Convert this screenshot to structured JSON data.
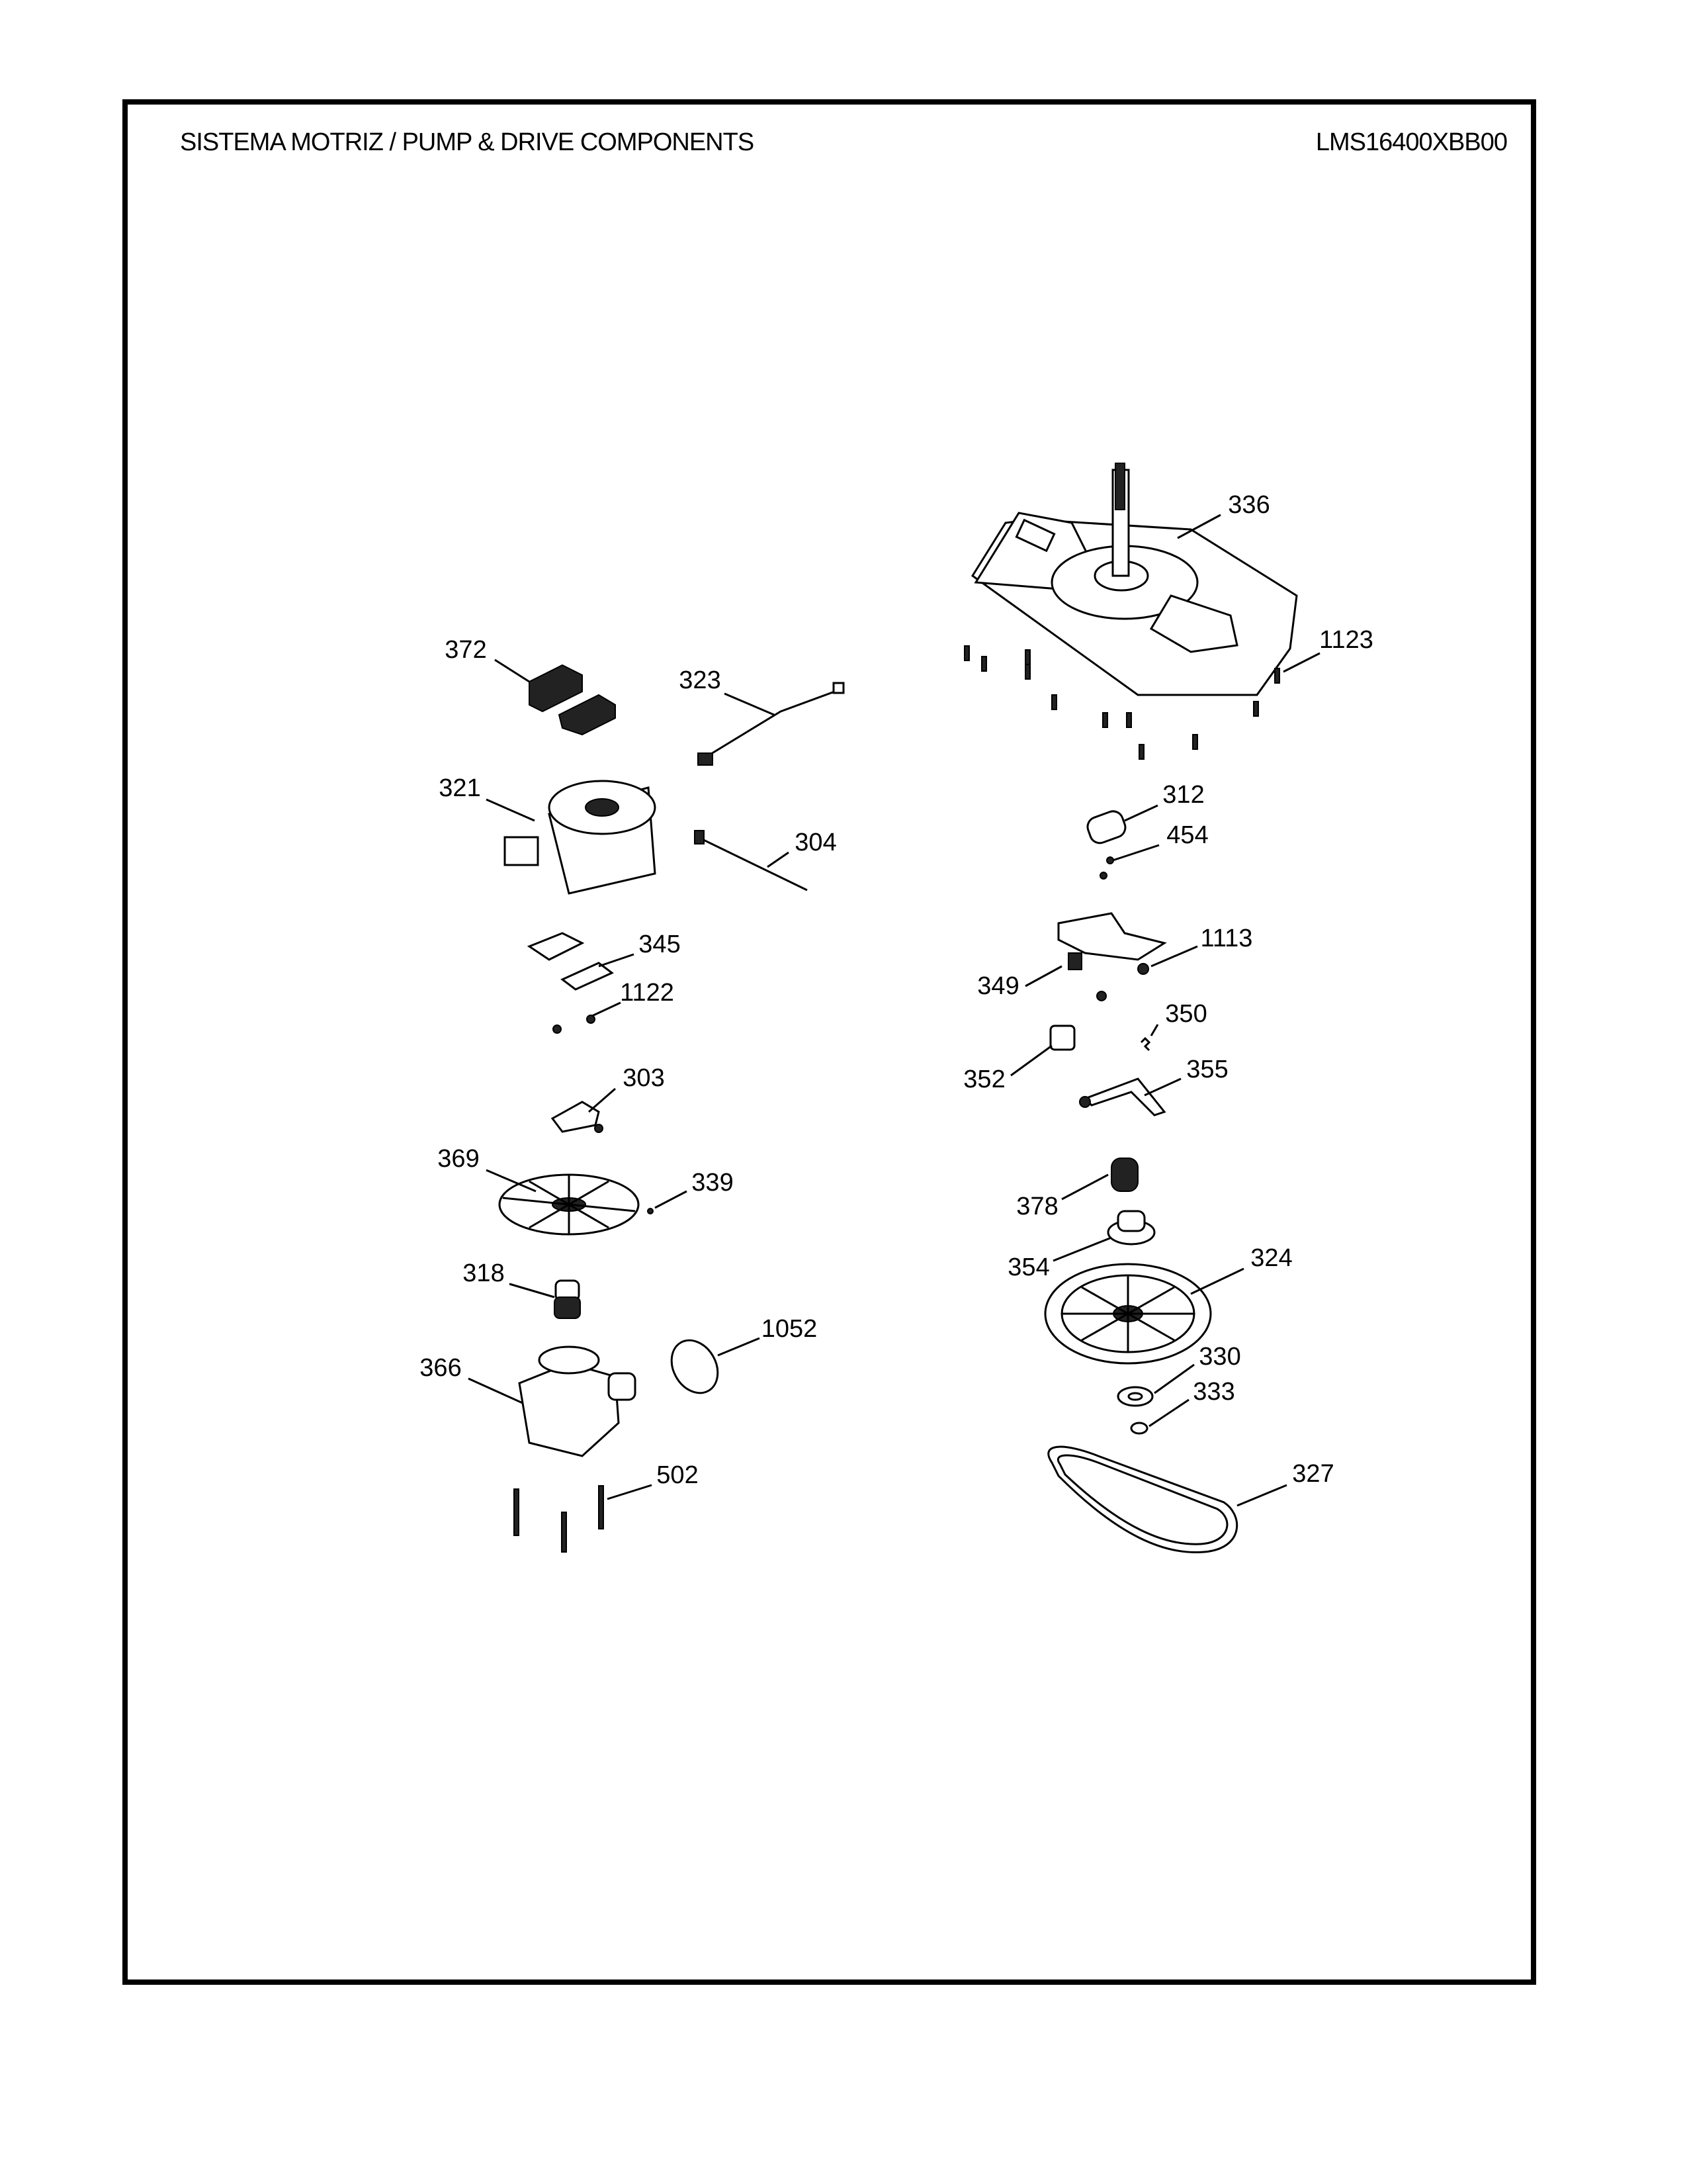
{
  "header": {
    "title": "SISTEMA MOTRIZ / PUMP  &  DRIVE COMPONENTS",
    "model": "LMS16400XBB00"
  },
  "callouts": [
    "336",
    "1123",
    "372",
    "323",
    "321",
    "312",
    "454",
    "304",
    "1113",
    "345",
    "349",
    "1122",
    "350",
    "303",
    "352",
    "355",
    "369",
    "339",
    "378",
    "354",
    "324",
    "318",
    "1052",
    "330",
    "366",
    "333",
    "502",
    "327"
  ]
}
